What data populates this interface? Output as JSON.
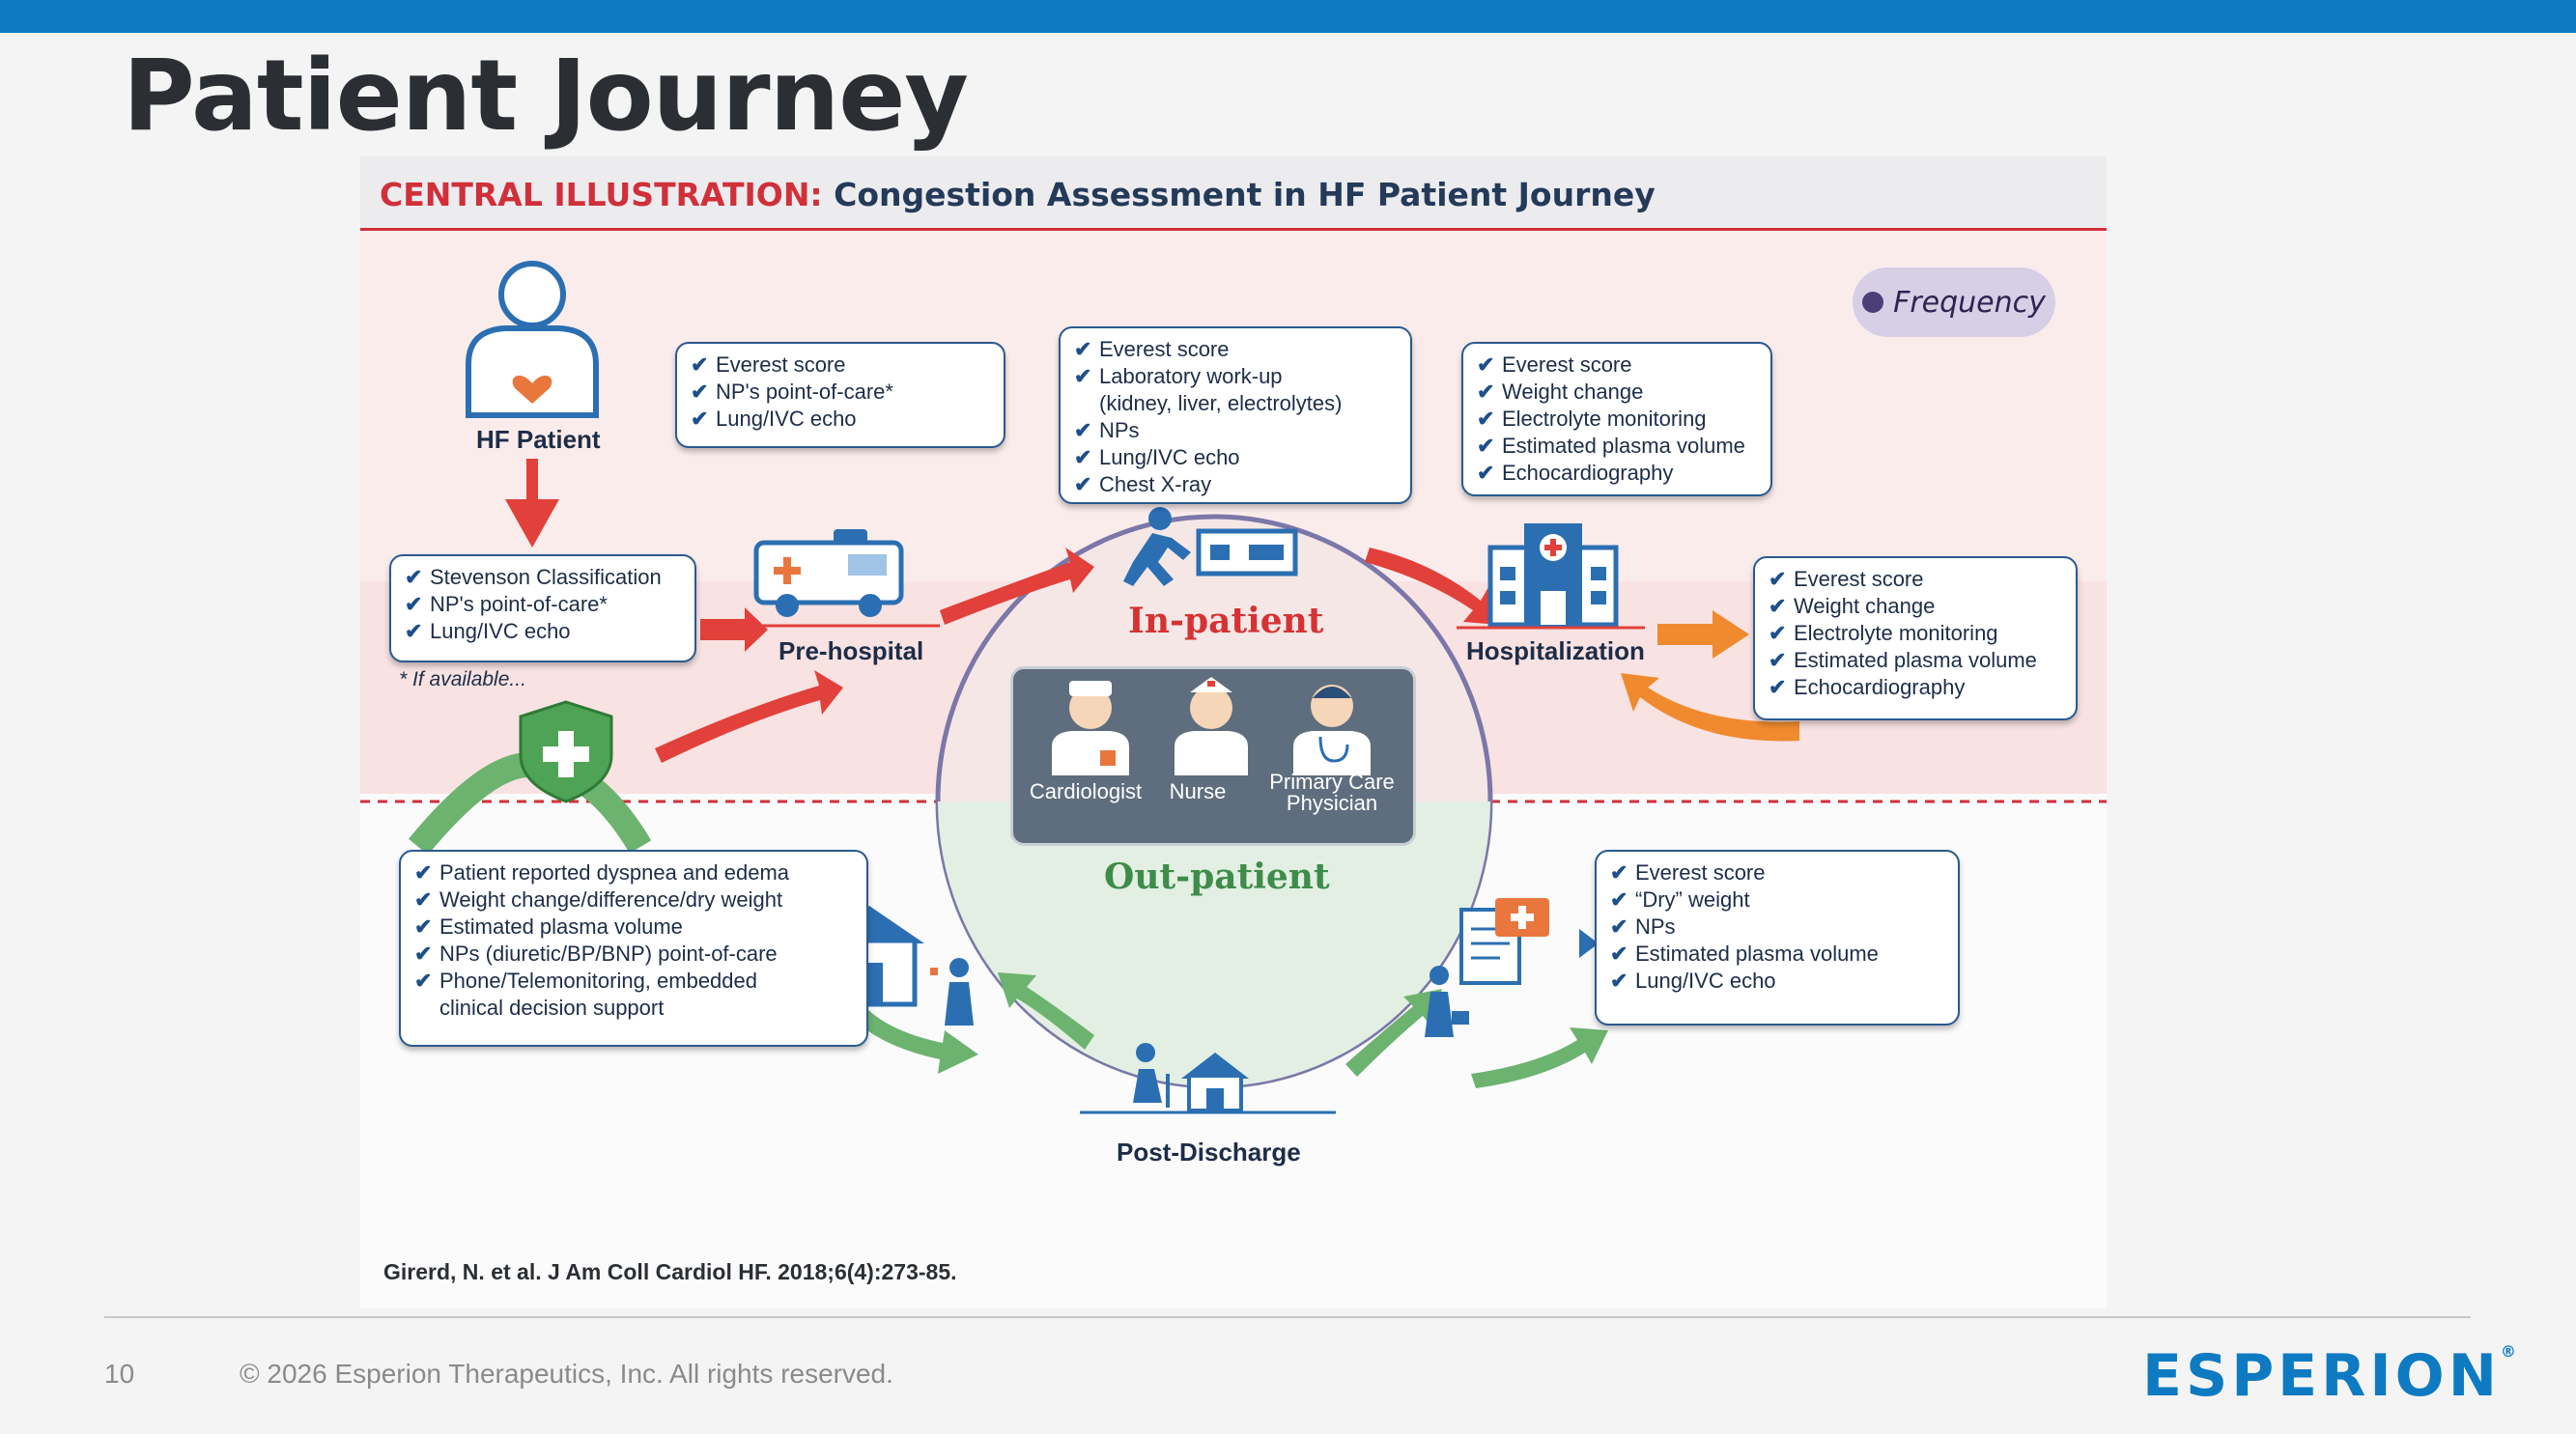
{
  "slide": {
    "title": "Patient Journey",
    "page_number": "10",
    "copyright": "© 2026 Esperion Therapeutics, Inc. All rights reserved.",
    "logo_text": "ESPERION",
    "logo_mark": "®",
    "accent_color": "#0d7ac2"
  },
  "figure": {
    "header_label": "CENTRAL ILLUSTRATION:",
    "header_title": "Congestion Assessment in HF Patient Journey",
    "frequency_label": "Frequency",
    "zones": {
      "in": "In-patient",
      "out": "Out-patient"
    },
    "nodes": {
      "hf_patient": "HF Patient",
      "pre_hospital": "Pre-hospital",
      "hospitalization": "Hospitalization",
      "post_discharge": "Post-Discharge"
    },
    "staff": [
      "Cardiologist",
      "Nurse",
      "Primary Care",
      "Physician"
    ],
    "if_available_note": "* If available...",
    "boxes": {
      "stevenson": [
        "Stevenson Classification",
        "NP's point-of-care*",
        "Lung/IVC echo"
      ],
      "prehospital": [
        "Everest score",
        "NP's point-of-care*",
        "Lung/IVC echo"
      ],
      "admission": [
        "Everest score",
        "Laboratory work-up",
        "(kidney, liver, electrolytes)",
        "NPs",
        "Lung/IVC echo",
        "Chest X-ray"
      ],
      "hospital": [
        "Everest score",
        "Weight change",
        "Electrolyte monitoring",
        "Estimated plasma volume",
        "Echocardiography"
      ],
      "hospital_right": [
        "Everest score",
        "Weight change",
        "Electrolyte monitoring",
        "Estimated plasma volume",
        "Echocardiography"
      ],
      "outpatient": [
        "Patient reported dyspnea and edema",
        "Weight change/difference/dry weight",
        "Estimated plasma volume",
        "NPs (diuretic/BP/BNP) point-of-care",
        "Phone/Telemonitoring, embedded",
        "clinical decision support"
      ],
      "discharge": [
        "Everest score",
        "“Dry” weight",
        "NPs",
        "Estimated plasma volume",
        "Lung/IVC echo"
      ]
    },
    "citation": "Girerd, N. et al.  J Am Coll Cardiol HF. 2018;6(4):273-85."
  }
}
